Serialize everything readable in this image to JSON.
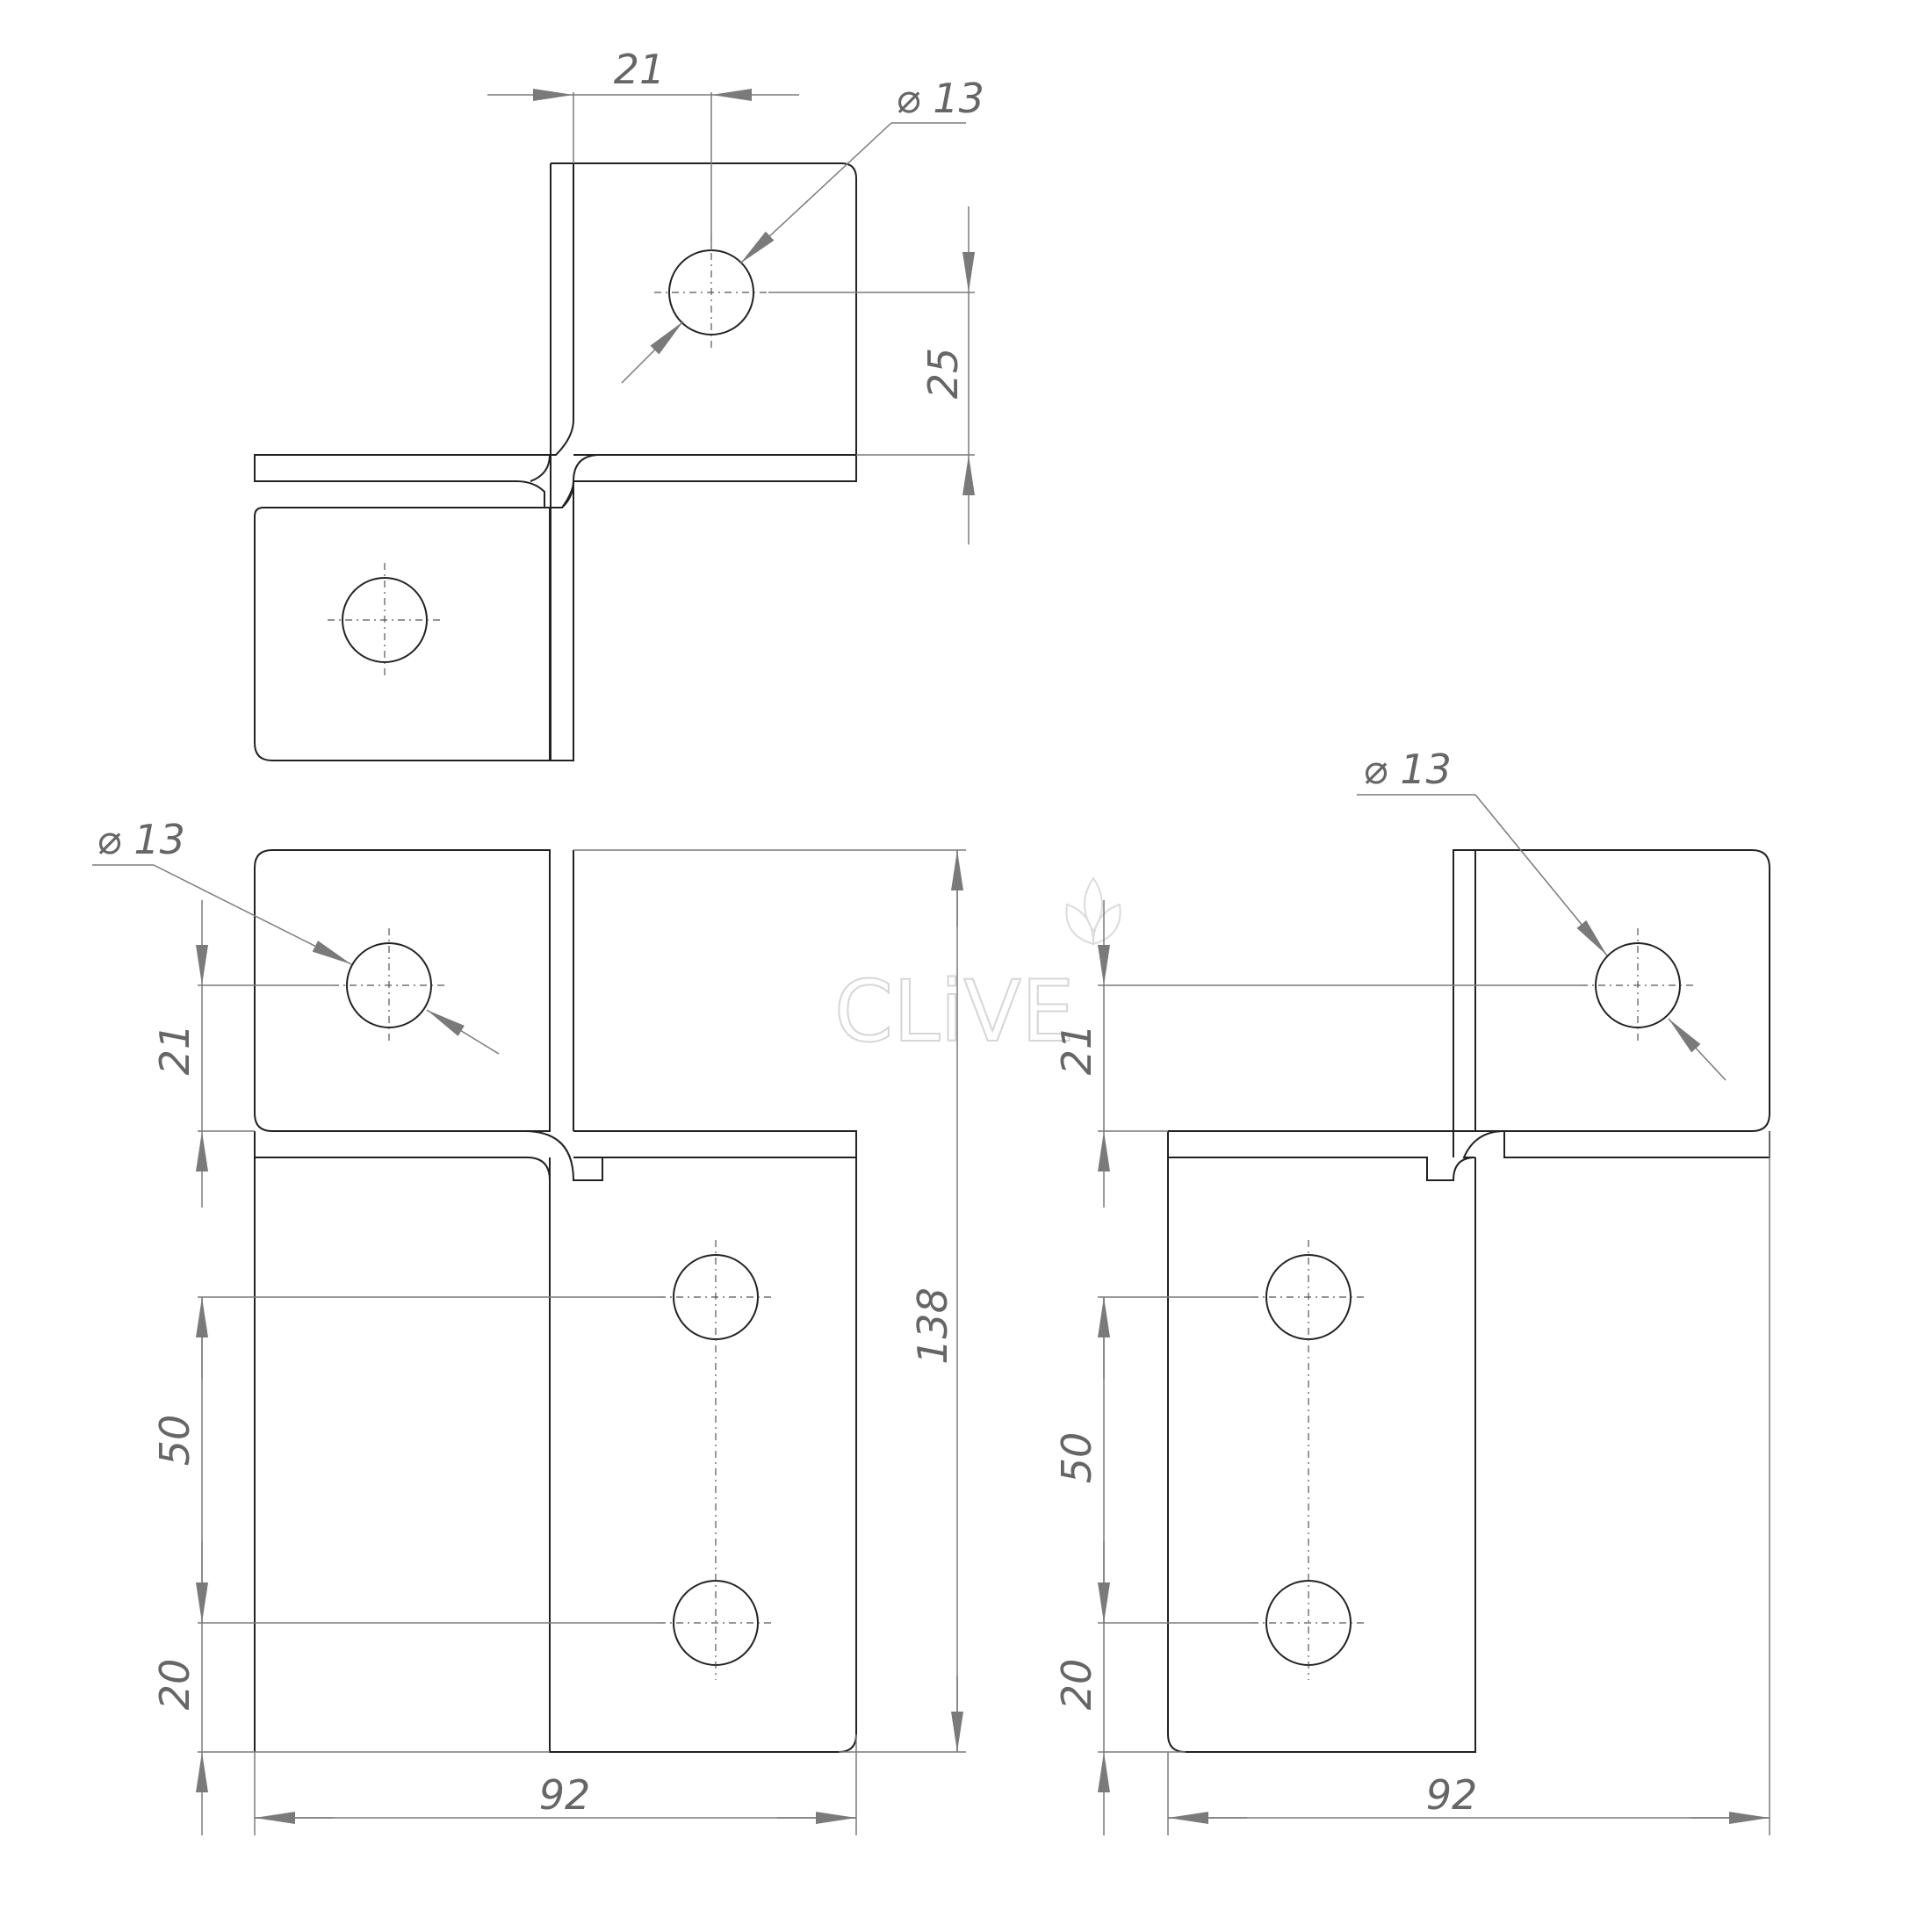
{
  "watermark": {
    "text": "CLiVE"
  },
  "top_view": {
    "dim_width": "21",
    "dim_height": "25",
    "hole_label": "⌀ 13"
  },
  "front_view": {
    "hole_label": "⌀ 13",
    "dim_flange": "21",
    "dim_hole_spacing": "50",
    "dim_hole_edge": "20",
    "dim_total_height": "138",
    "dim_total_width": "92"
  },
  "side_view": {
    "hole_label": "⌀ 13",
    "dim_flange": "21",
    "dim_hole_spacing": "50",
    "dim_hole_edge": "20",
    "dim_total_width": "92"
  }
}
